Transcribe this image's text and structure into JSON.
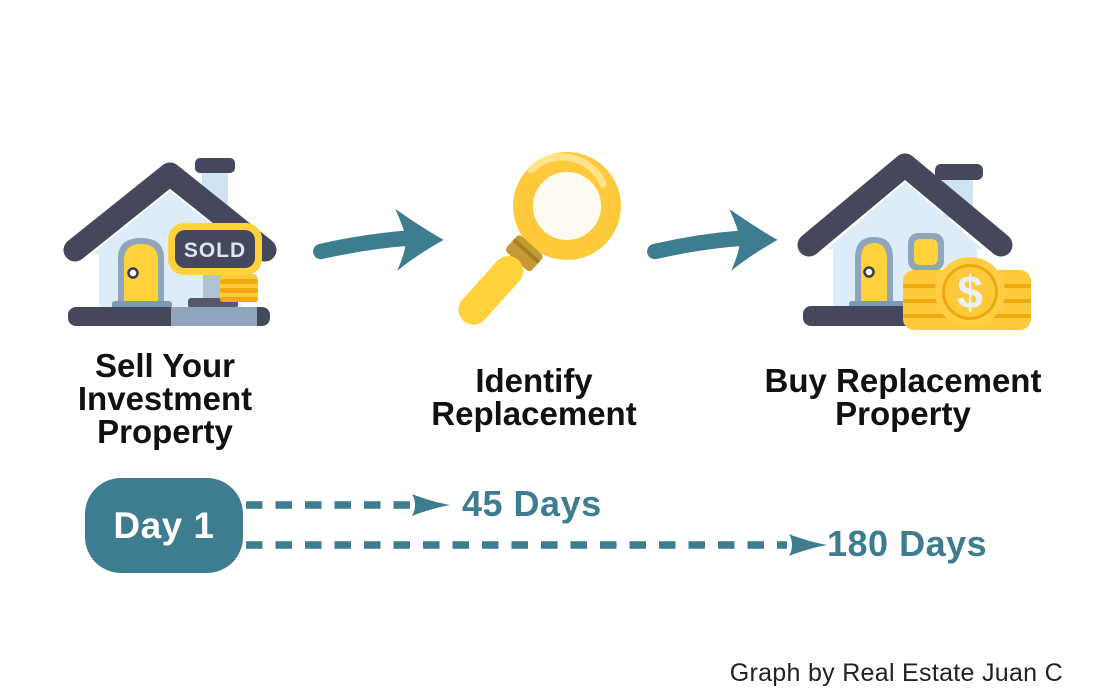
{
  "colors": {
    "teal": "#3E7C8F",
    "yellow": "#FFC93C",
    "yellow-door": "#FFD23B",
    "yellow-deep": "#EFA90F",
    "dark": "#45485C",
    "dark-deep": "#3A3D4E",
    "body-blue": "#DCEDF9",
    "chimney-blue": "#CFE4F2",
    "frame-blue": "#8FA5BC",
    "sill-blue": "#7E99B4",
    "sign-text": "#D9E7F3",
    "ink": "#111111",
    "credit-ink": "#212121",
    "gold-band": "#C49A35",
    "coin-face": "#FFC93C"
  },
  "steps": [
    {
      "icon": "sold-house-icon",
      "label": "Sell Your\nInvestment\nProperty"
    },
    {
      "icon": "magnifier-icon",
      "label": "Identify\nReplacement"
    },
    {
      "icon": "house-coins-icon",
      "label": "Buy Replacement\nProperty"
    }
  ],
  "icons": {
    "sold_sign_text": "SOLD",
    "dollar_symbol": "$"
  },
  "timeline": {
    "start_badge": "Day 1",
    "milestones": [
      {
        "label": "45 Days"
      },
      {
        "label": "180 Days"
      }
    ]
  },
  "credit": "Graph by Real Estate Juan C"
}
